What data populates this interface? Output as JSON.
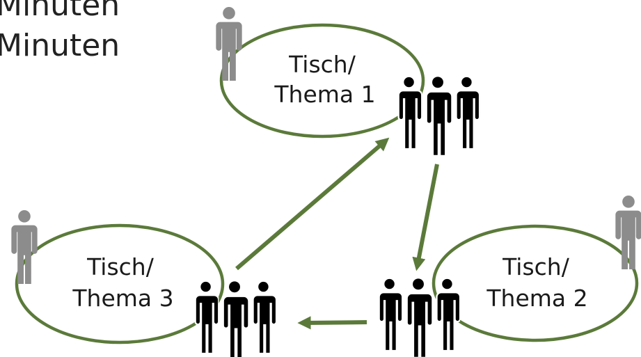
{
  "header": {
    "line1": "Minuten",
    "line2": "Minuten"
  },
  "colors": {
    "table_ring": "#5b7a3a",
    "arrow": "#5b7a3a",
    "host_person": "#8c8c8c",
    "group_people": "#000000"
  },
  "tables": [
    {
      "line1": "Tisch/",
      "line2": "Thema 1",
      "host_icon": "person-icon",
      "group_icon": "group-icon"
    },
    {
      "line1": "Tisch/",
      "line2": "Thema 2",
      "host_icon": "person-icon",
      "group_icon": "group-icon"
    },
    {
      "line1": "Tisch/",
      "line2": "Thema 3",
      "host_icon": "person-icon",
      "group_icon": "group-icon"
    }
  ],
  "rotation": [
    {
      "from": "Thema 3",
      "to": "Thema 1"
    },
    {
      "from": "Thema 1",
      "to": "Thema 2"
    },
    {
      "from": "Thema 2",
      "to": "Thema 3"
    }
  ]
}
